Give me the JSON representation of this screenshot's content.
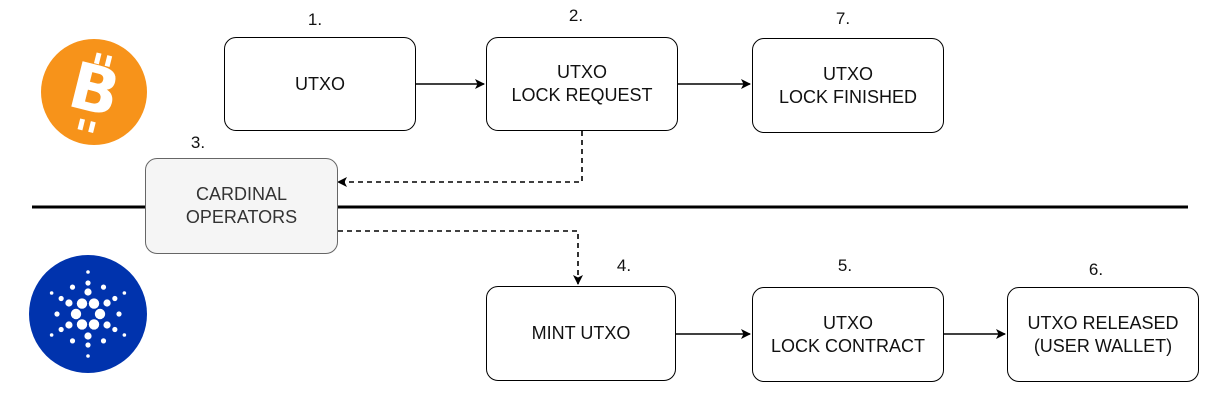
{
  "colors": {
    "bitcoin": "#f7931a",
    "cardano": "#0033ad",
    "operators_fill": "#f5f5f5",
    "operators_border": "#666666"
  },
  "icons": {
    "bitcoin": "bitcoin-logo-icon",
    "cardano": "cardano-logo-icon"
  },
  "bitcoin_logo": {
    "glyph": "B"
  },
  "steps": {
    "s1": {
      "number": "1.",
      "lines": [
        "UTXO"
      ]
    },
    "s2": {
      "number": "2.",
      "lines": [
        "UTXO",
        "LOCK REQUEST"
      ]
    },
    "s3": {
      "number": "3.",
      "lines": [
        "CARDINAL",
        "OPERATORS"
      ]
    },
    "s4": {
      "number": "4.",
      "lines": [
        "MINT UTXO"
      ]
    },
    "s5": {
      "number": "5.",
      "lines": [
        "UTXO",
        "LOCK CONTRACT"
      ]
    },
    "s6": {
      "number": "6.",
      "lines": [
        "UTXO RELEASED",
        "(USER WALLET)"
      ]
    },
    "s7": {
      "number": "7.",
      "lines": [
        "UTXO",
        "LOCK FINISHED"
      ]
    }
  },
  "connections": [
    {
      "from": "s1",
      "to": "s2",
      "style": "solid"
    },
    {
      "from": "s2",
      "to": "s7",
      "style": "solid"
    },
    {
      "from": "s2",
      "to": "s3",
      "style": "dashed"
    },
    {
      "from": "s3",
      "to": "s4",
      "style": "dashed"
    },
    {
      "from": "s4",
      "to": "s5",
      "style": "solid"
    },
    {
      "from": "s5",
      "to": "s6",
      "style": "solid"
    }
  ]
}
